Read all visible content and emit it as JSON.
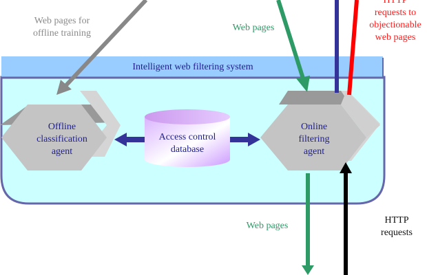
{
  "diagram": {
    "system_title": "Intelligent web filtering system",
    "nodes": {
      "offline_agent": {
        "lines": [
          "Offline",
          "classification",
          "agent"
        ]
      },
      "database": {
        "lines": [
          "Access control",
          "database"
        ]
      },
      "online_agent": {
        "lines": [
          "Online",
          "filtering",
          "agent"
        ]
      }
    },
    "labels": {
      "offline_training": [
        "Web pages for",
        "offline training"
      ],
      "web_pages_top": "Web pages",
      "objectionable": [
        "HTTP",
        "requests to",
        "objectionable",
        "web pages"
      ],
      "web_pages_bottom": "Web pages",
      "http_requests": [
        "HTTP",
        "requests"
      ]
    },
    "colors": {
      "system_fill": "#ccffff",
      "title_bar": "#99ccff",
      "border": "#6666aa",
      "hexagon": "#c8c8c8",
      "database": "#cc99ff",
      "gray_arrow": "#888888",
      "green_arrow": "#2e9a66",
      "blue_arrow": "#333399",
      "red_arrow": "#ff0000",
      "black_arrow": "#000000"
    }
  }
}
